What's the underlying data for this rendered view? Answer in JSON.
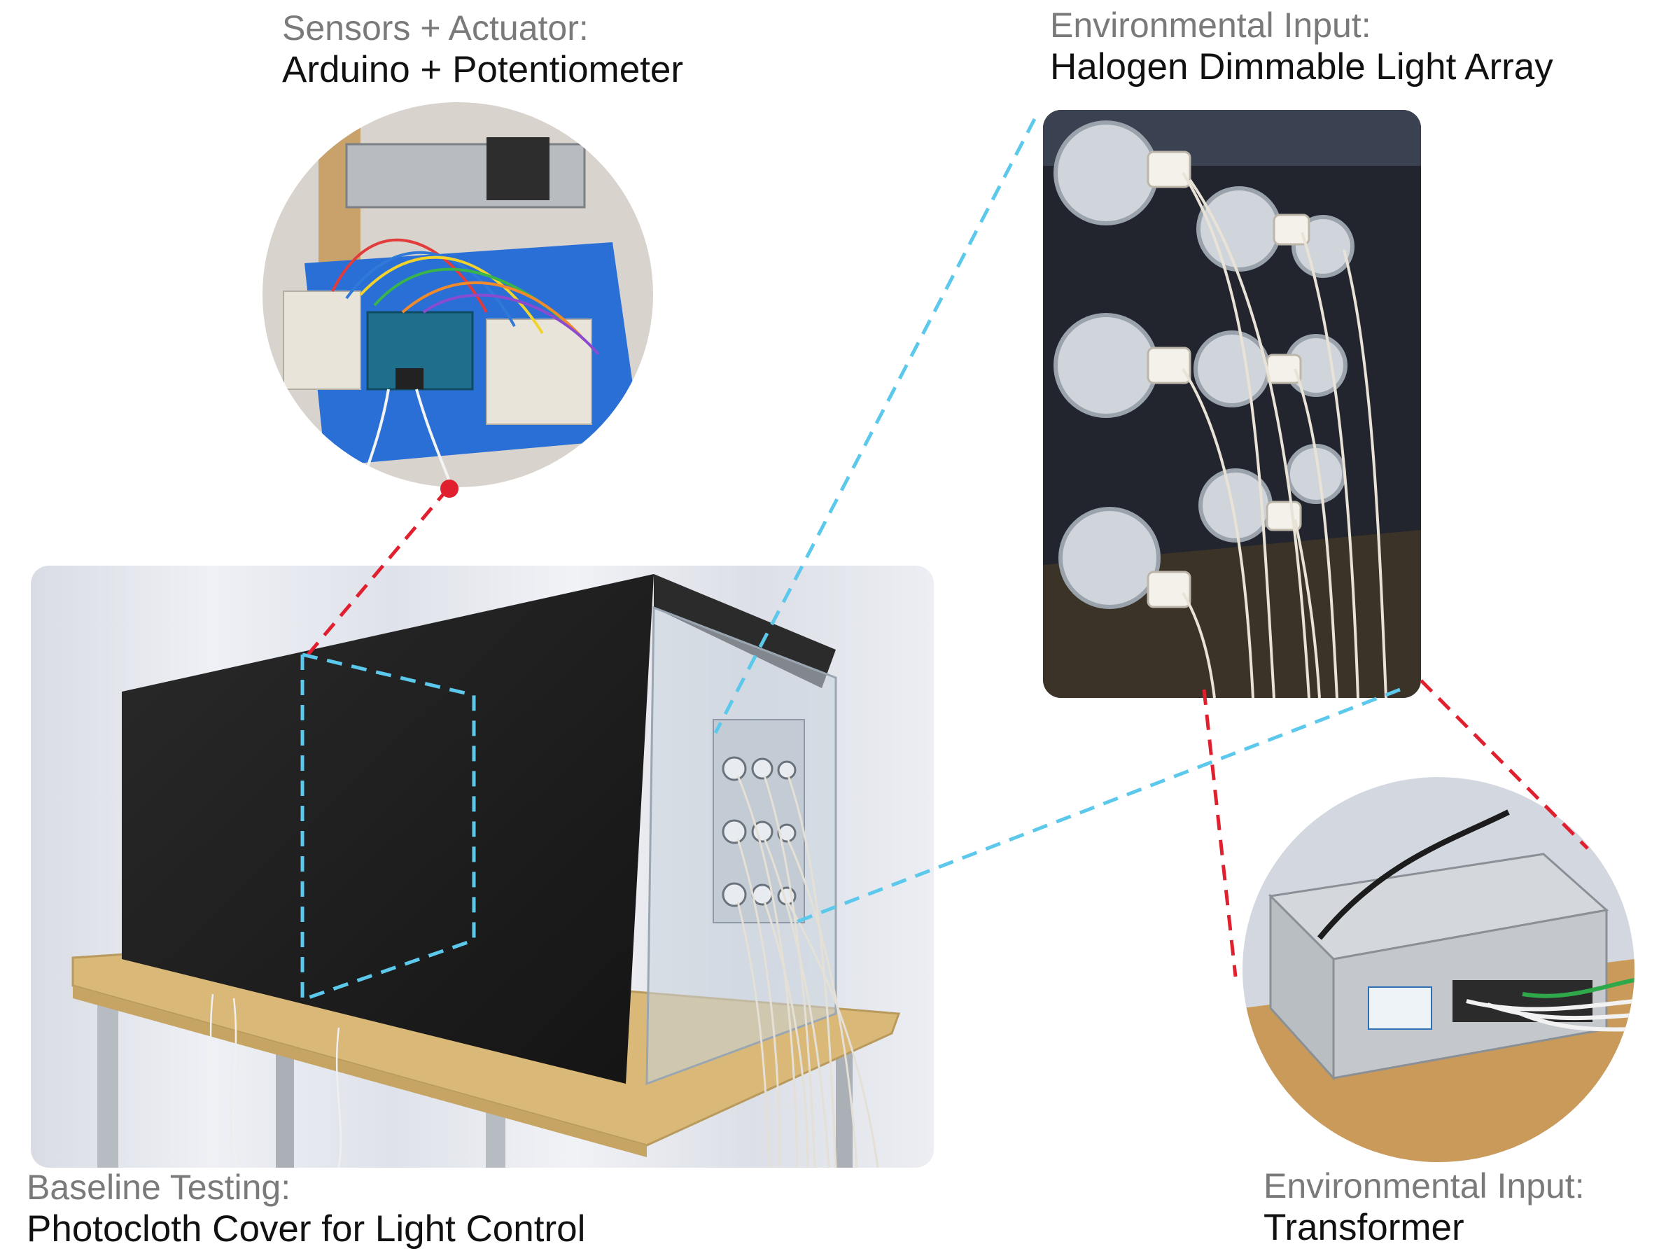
{
  "labels": {
    "sensors": {
      "category": "Sensors + Actuator:",
      "description": "Arduino + Potentiometer"
    },
    "halogen": {
      "category": "Environmental Input:",
      "description": "Halogen Dimmable Light Array"
    },
    "baseline": {
      "category": "Baseline Testing:",
      "description": "Photocloth Cover for Light Control"
    },
    "transformer": {
      "category": "Environmental Input:",
      "description": "Transformer"
    }
  },
  "colors": {
    "callout_red": "#e0202e",
    "callout_blue": "#5bc8ec",
    "category_text": "#7a7a7a",
    "description_text": "#111111",
    "photocloth": "#1c1c1c",
    "acrylic": "#c9d3dc",
    "plywood": "#d9b878",
    "curtain": "#e6e8ee",
    "breadboard": "#e9e4da",
    "arduino": "#1f6e8c",
    "bin_blue": "#2a6fd6",
    "lamp_panel": "#22252e",
    "transformer": "#c4c8cc"
  }
}
